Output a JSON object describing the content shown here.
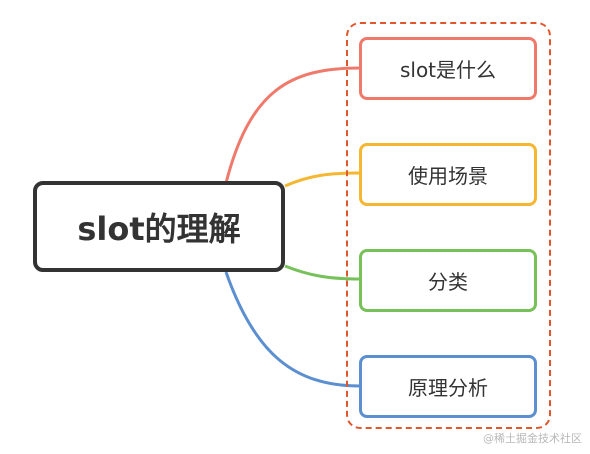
{
  "root": {
    "label": "slot的理解"
  },
  "children": [
    {
      "label": "slot是什么",
      "color": "#ef7a6c"
    },
    {
      "label": "使用场景",
      "color": "#f5b731"
    },
    {
      "label": "分类",
      "color": "#77c15a"
    },
    {
      "label": "原理分析",
      "color": "#5b8fd0"
    }
  ],
  "group_border_color": "#e1572b",
  "watermark": "@稀土掘金技术社区"
}
